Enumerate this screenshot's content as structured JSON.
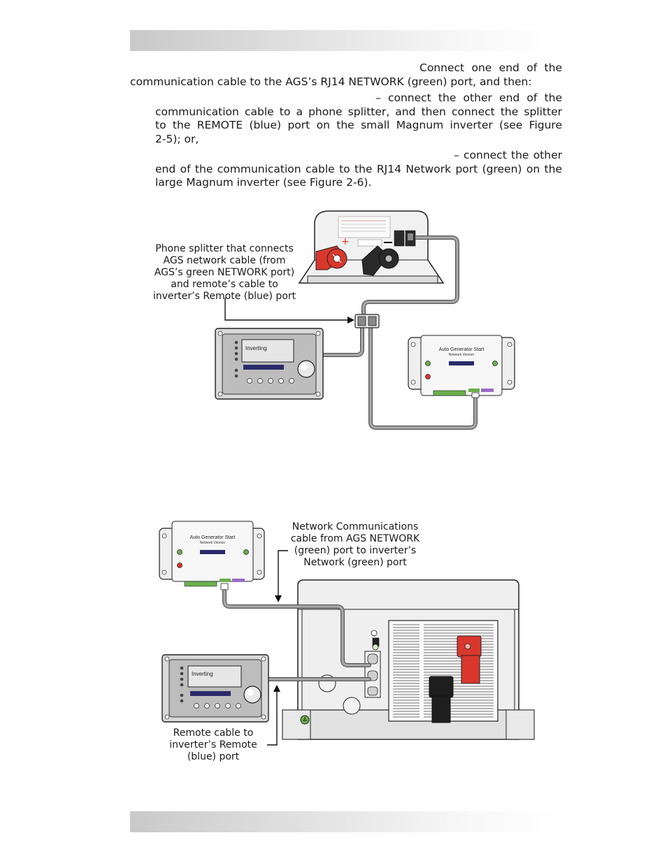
{
  "paragraph1": {
    "line1": "Connect one end of the",
    "line2": "communication cable to the AGS’s RJ14 NETWORK (green) port, and then:"
  },
  "paragraph2": {
    "line1": "– connect the other end of the",
    "line2": "communication cable to a phone splitter, and then connect the splitter",
    "line3": "to the REMOTE (blue) port on the small Magnum inverter (see Figure",
    "line4": "2-5); or,"
  },
  "paragraph3": {
    "line1": "– connect the other",
    "line2": "end of the communication cable to the RJ14 Network port (green) on the",
    "line3": "large Magnum inverter (see Figure 2-6)."
  },
  "figure1": {
    "caption": [
      "Phone splitter that connects",
      "AGS network cable (from",
      "AGS’s green NETWORK port)",
      "and remote’s cable to",
      "inverter’s Remote (blue) port"
    ],
    "remote_display": "Inverting",
    "ags_title": "Auto Generator Start",
    "ags_subtitle": "Network Version"
  },
  "figure2": {
    "caption_network": [
      "Network Communications",
      "cable from AGS NETWORK",
      "(green) port to inverter’s",
      "Network (green) port"
    ],
    "caption_remote": [
      "Remote cable to",
      "inverter’s Remote",
      "(blue) port"
    ],
    "remote_display": "Inverting",
    "ags_title": "Auto Generator Start",
    "ags_subtitle": "Network Version"
  },
  "colors": {
    "band": "#c9c9c9",
    "cable": "#9a9a9a",
    "positive_terminal": "#d9372c",
    "negative_terminal": "#1e1e1e",
    "network_port": "#6ab04c",
    "remote_port": "#9b6bc9"
  }
}
